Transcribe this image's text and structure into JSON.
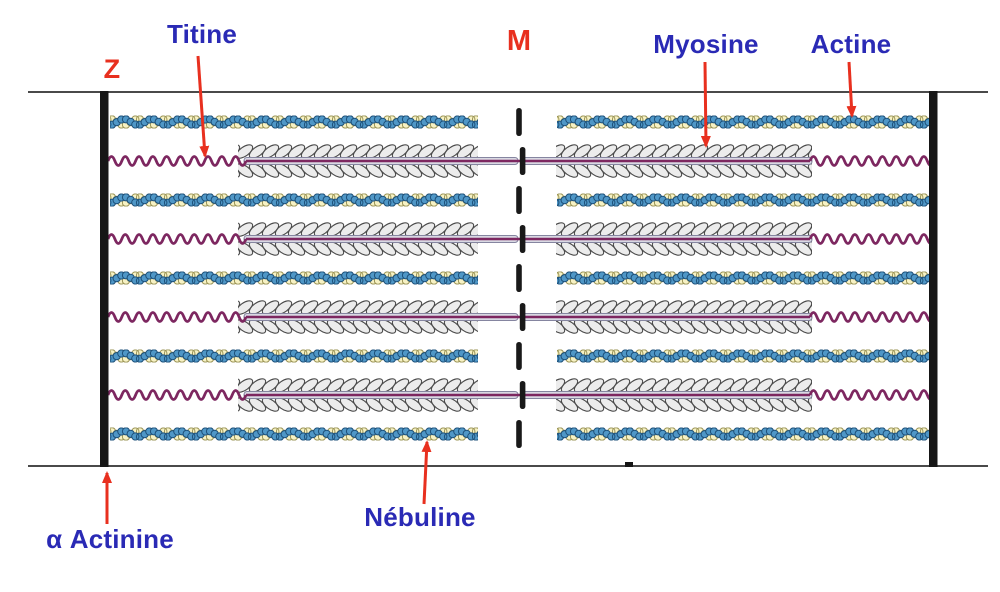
{
  "diagram": {
    "type": "sarcomere-structure",
    "language": "fr"
  },
  "labels": {
    "titine": "Titine",
    "m_line": "M",
    "myosine": "Myosine",
    "actine": "Actine",
    "z_line": "Z",
    "nebuline": "Nébuline",
    "alpha_actinine": "α Actinine"
  },
  "colors": {
    "label_blue": "#2a2ab5",
    "annotation_red": "#e8301f",
    "actin_blue": "#4f97c7",
    "actin_yellow": "#f7f2c4",
    "myosin_head_gray": "#ececec",
    "myosin_backbone_gray": "#d9d9e3",
    "titin_purple": "#7d2760",
    "z_disc_black": "#161616"
  }
}
